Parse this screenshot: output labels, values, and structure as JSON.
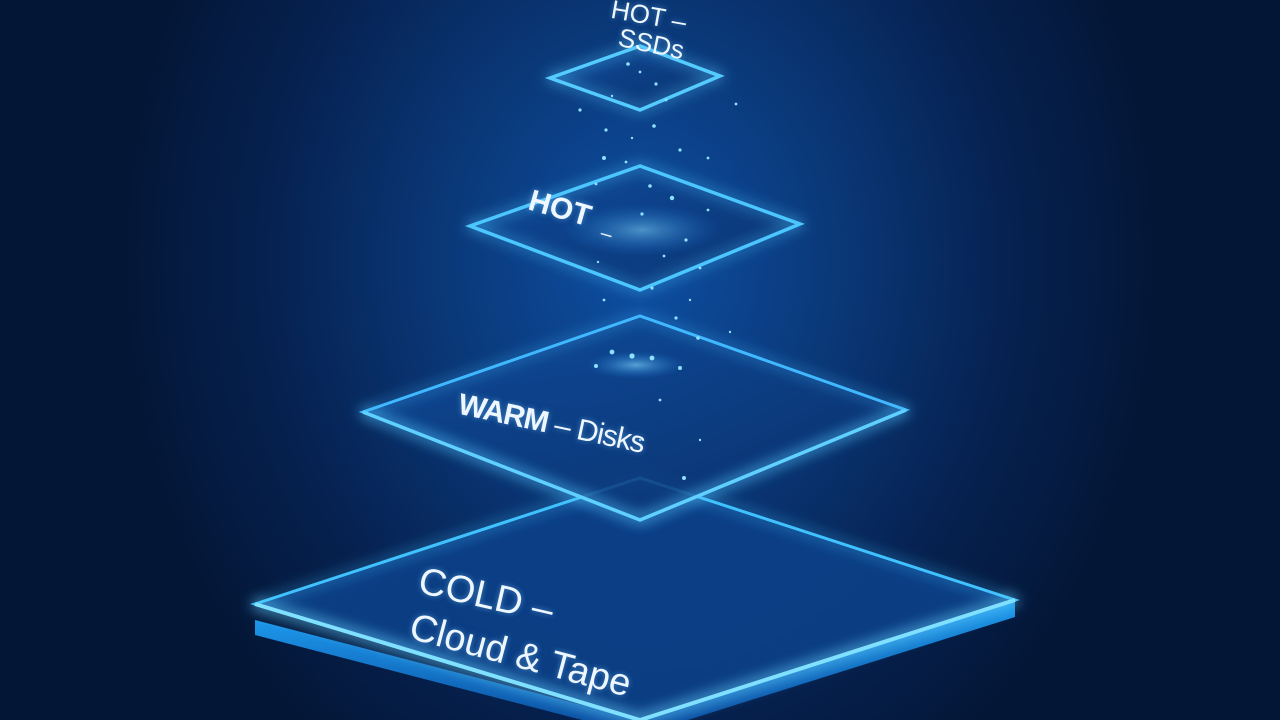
{
  "tiers": [
    {
      "line1": "HOT –",
      "line2": "SSDs"
    },
    {
      "label": "HOT",
      "dash": "–"
    },
    {
      "label_bold": "WARM",
      "label_rest": " – Disks"
    },
    {
      "line1": "COLD –",
      "line2": "Cloud & Tape"
    }
  ],
  "colors": {
    "background": "#062252",
    "glow": "#2fa8ff",
    "edge": "#5fd0ff"
  }
}
